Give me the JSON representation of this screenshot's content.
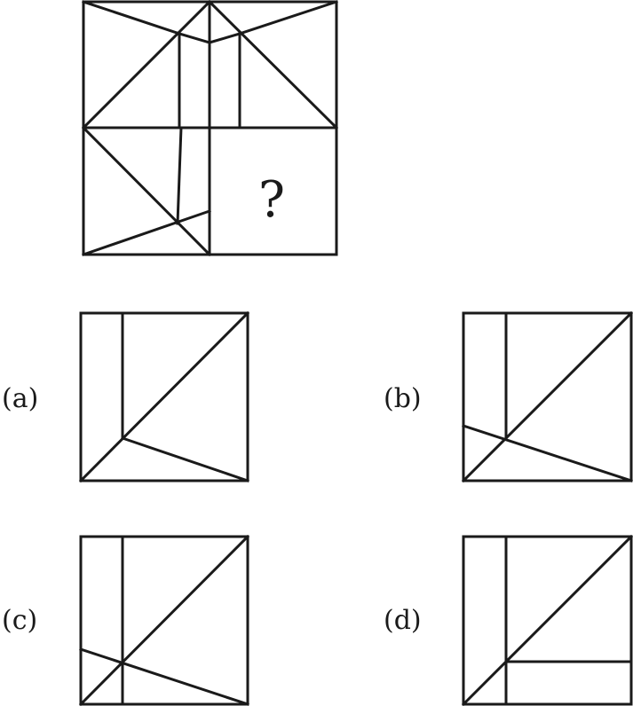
{
  "puzzle": {
    "question_mark": "?"
  },
  "options": [
    {
      "id": "a",
      "label": "(a)"
    },
    {
      "id": "b",
      "label": "(b)"
    },
    {
      "id": "c",
      "label": "(c)"
    },
    {
      "id": "d",
      "label": "(d)"
    }
  ],
  "colors": {
    "ink": "#1a1a1a",
    "background": "#ffffff"
  }
}
